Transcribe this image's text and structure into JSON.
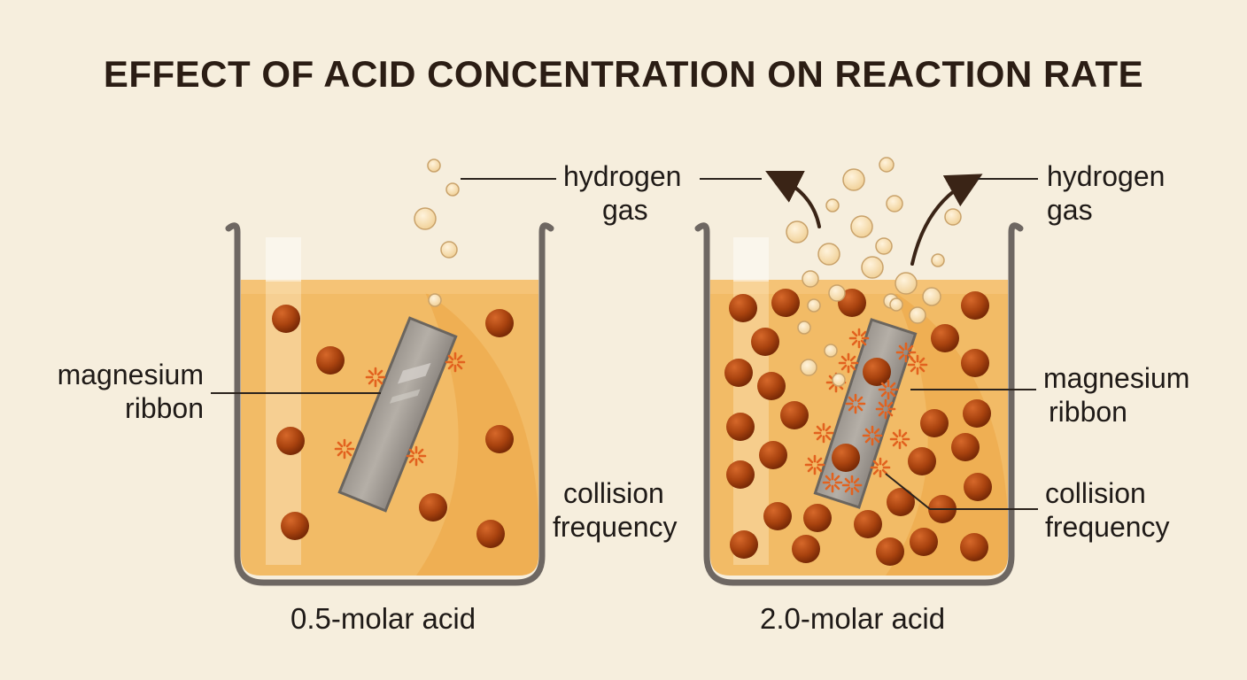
{
  "title": "EFFECT OF ACID CONCENTRATION ON REACTION RATE",
  "left_beaker": {
    "caption": "0.5-molar acid",
    "gas_label": [
      "hydrogen",
      "gas"
    ],
    "ribbon_label": [
      "magnesium",
      "ribbon"
    ],
    "collision_label": [
      "collision",
      "frequency"
    ]
  },
  "right_beaker": {
    "caption": "2.0-molar acid",
    "gas_label": [
      "hydrogen",
      "gas"
    ],
    "ribbon_label": [
      "magnesium",
      "ribbon"
    ],
    "collision_label": [
      "collision",
      "frequency"
    ]
  },
  "colors": {
    "background": "#f6eedd",
    "acid": "#f2bb66",
    "beaker_outline": "#6e6762",
    "particle": "#a9430f",
    "bubble": "#f4d7a3",
    "ribbon": "#9d9893",
    "spark": "#e2621f"
  }
}
